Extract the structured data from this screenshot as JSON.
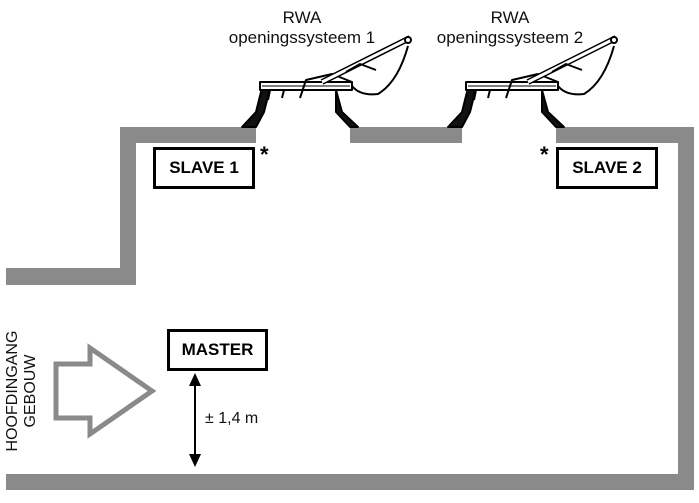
{
  "rwa_unit_1": {
    "line1": "RWA",
    "line2": "openingssysteem 1"
  },
  "rwa_unit_2": {
    "line1": "RWA",
    "line2": "openingssysteem 2"
  },
  "slave_1": {
    "label": "SLAVE 1",
    "marker": "*"
  },
  "slave_2": {
    "label": "SLAVE 2",
    "marker": "*"
  },
  "master": {
    "label": "MASTER",
    "height_note": "± 1,4 m"
  },
  "entrance": {
    "line1": "HOOFDINGANG",
    "line2": "GEBOUW"
  },
  "colors": {
    "wall": "#8a8a8a",
    "outline": "#000000",
    "arrow_outline": "#8a8a8a"
  }
}
